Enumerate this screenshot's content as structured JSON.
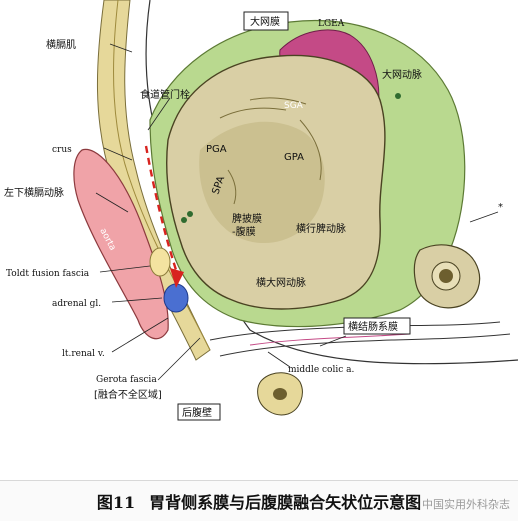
{
  "figure": {
    "labels": {
      "transverse_septum": "横膈肌",
      "esophageal_hiatus": "食道管门栓",
      "crus": "crus",
      "left_inferior_phrenic_artery": "左下横膈动脉",
      "aorta": "aorta",
      "toldt_fusion_fascia": "Toldt fusion fascia",
      "adrenal": "adrenal gl.",
      "renal_vein": "lt.renal v.",
      "gerota_fascia": "Gerota fascia",
      "incomplete_fusion": "[融合不全区域]",
      "retroperitoneum": "后腹壁",
      "greater_omentum": "大网膜",
      "lgea": "LGEA",
      "greater_omental_artery": "大网动脉",
      "sga": "SGA",
      "pga": "PGA",
      "gpa": "GPA",
      "spa": "SPA",
      "splenorenal_ligament": "脾披膜\n-腹膜",
      "transverse_splenic_artery": "横行脾动脉",
      "transverse_greater_omental_artery": "横大网动脉",
      "transverse_mesocolon": "横结肠系膜",
      "middle_colic": "middle colic a.",
      "asterisk": "*"
    }
  },
  "caption": {
    "number": "图11",
    "text": "胃背侧系膜与后腹膜融合矢状位示意图"
  },
  "watermark": "中国实用外科杂志",
  "colors": {
    "stomach_fill": "#d9cfa5",
    "stomach_shade": "#c2b682",
    "mesentery_green": "#b9d98f",
    "omentum_magenta": "#c44a86",
    "aorta_pink": "#f0a3a8",
    "kidney_blue": "#4a6fd1",
    "arrow_red": "#d8231f"
  }
}
